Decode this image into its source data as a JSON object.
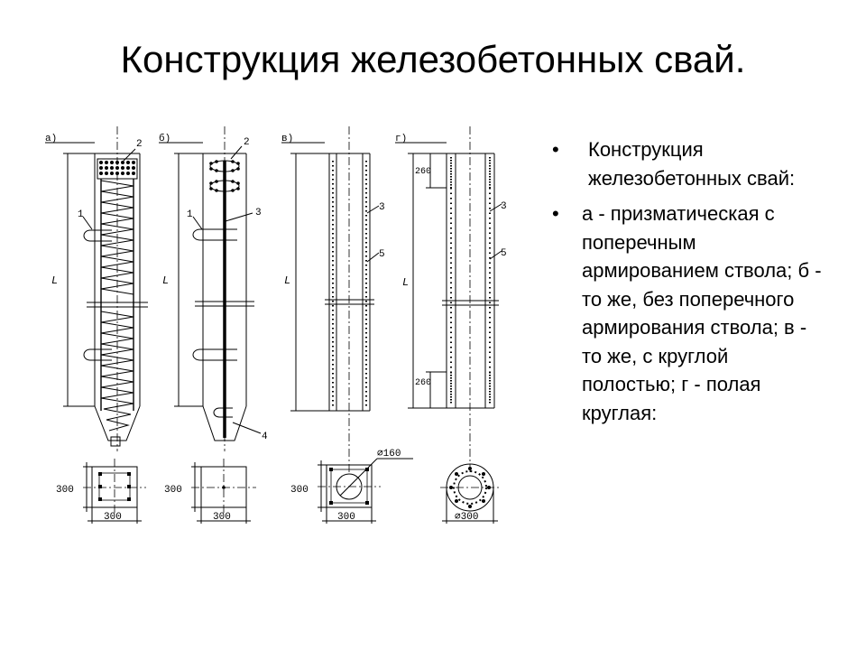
{
  "title": "Конструкция железобетонных свай.",
  "bullets": [
    {
      "text": "Конструкция железобетонных свай:"
    },
    {
      "text": "а - призматическая с поперечным армированием ствола; б - то же, без поперечного армирования ствола; в - то же, с круглой полостью; г - полая круглая:"
    }
  ],
  "drawing": {
    "panel_letters": [
      "а)",
      "б)",
      "в)",
      "г)"
    ],
    "length_label": "L",
    "callouts": {
      "n1": "1",
      "n2": "2",
      "n3": "3",
      "n4": "4",
      "n5": "5"
    },
    "dim_260": "260",
    "dim_300": "300",
    "dim_160": "∅160",
    "dim_d300": "∅300"
  },
  "colors": {
    "line": "#000000",
    "background": "#ffffff"
  }
}
